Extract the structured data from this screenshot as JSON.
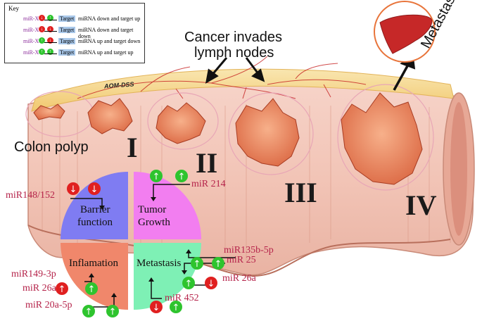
{
  "key": {
    "title": "Key",
    "rows": [
      {
        "mir": "miR-X",
        "target": "Target",
        "desc": "miRNA down and target up",
        "mir_dir": "down",
        "target_dir": "up"
      },
      {
        "mir": "miR-X",
        "target": "Target",
        "desc": "miRNA down and target down",
        "mir_dir": "down",
        "target_dir": "down"
      },
      {
        "mir": "miR-X",
        "target": "Target",
        "desc": "miRNA up and target down",
        "mir_dir": "up",
        "target_dir": "down"
      },
      {
        "mir": "miR-X",
        "target": "Target",
        "desc": "miRNA up and target up",
        "mir_dir": "up",
        "target_dir": "up"
      }
    ]
  },
  "labels": {
    "cancer_invades_1": "Cancer invades",
    "cancer_invades_2": "lymph nodes",
    "metastasis_organ": "Metastasis",
    "aom_dss": "AOM-DSS",
    "colon_polyp": "Colon polyp"
  },
  "stages": [
    "I",
    "II",
    "III",
    "IV"
  ],
  "quadrants": {
    "barrier_1": "Barrier",
    "barrier_2": "function",
    "tumor_1": "Tumor",
    "tumor_2": "Growth",
    "inflammation": "Inflamation",
    "metastasis": "Metastasis"
  },
  "mirnas": {
    "mir148_152": "miR148/152",
    "mir214": "miR 214",
    "mir135b": "miR135b-5p",
    "mir25": "miR 25",
    "mir26a_right": "miR 26a",
    "mir452": "miR 452",
    "mir149": "miR149-3p",
    "mir26a_left": "miR 26a",
    "mir20a": "miR 20a-5p"
  },
  "colors": {
    "up": "#2ec42e",
    "down": "#e02020",
    "barrier": "#7f7cf2",
    "tumor": "#f27ef0",
    "inflammation": "#f0876b",
    "metastasis": "#7ef0b5",
    "mirna_text": "#b5234a",
    "liver": "#c62828",
    "liver_ring": "#e8743a"
  }
}
